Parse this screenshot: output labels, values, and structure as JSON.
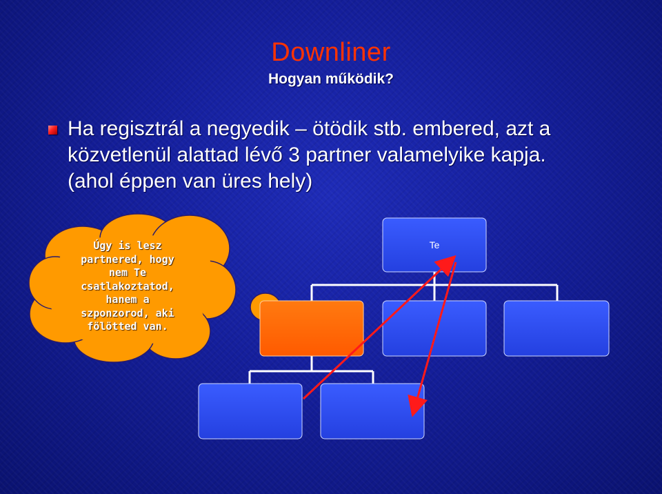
{
  "slide": {
    "title": "Downliner",
    "subtitle": "Hogyan működik?",
    "bullet": {
      "line1": "Ha regisztrál a negyedik – ötödik stb. embered, azt a",
      "line2": "közvetlenül alattad lévő 3 partner valamelyike kapja.",
      "line3": "(ahol éppen van üres hely)"
    },
    "cloud": {
      "lines": [
        "Úgy is lesz",
        "partnered, hogy",
        "nem Te",
        "csatlakoztatod,",
        "hanem a",
        "szponzorod, aki",
        "fölötted van."
      ]
    },
    "tree": {
      "root_label": "Te"
    }
  },
  "colors": {
    "background": "#141e9a",
    "title": "#ff3300",
    "box_fill": "#2f52f0",
    "box_highlight": "#ff6a0a",
    "cloud_fill": "#ff9a00",
    "arrow": "#ff1a1a",
    "connector": "#ffffff"
  }
}
